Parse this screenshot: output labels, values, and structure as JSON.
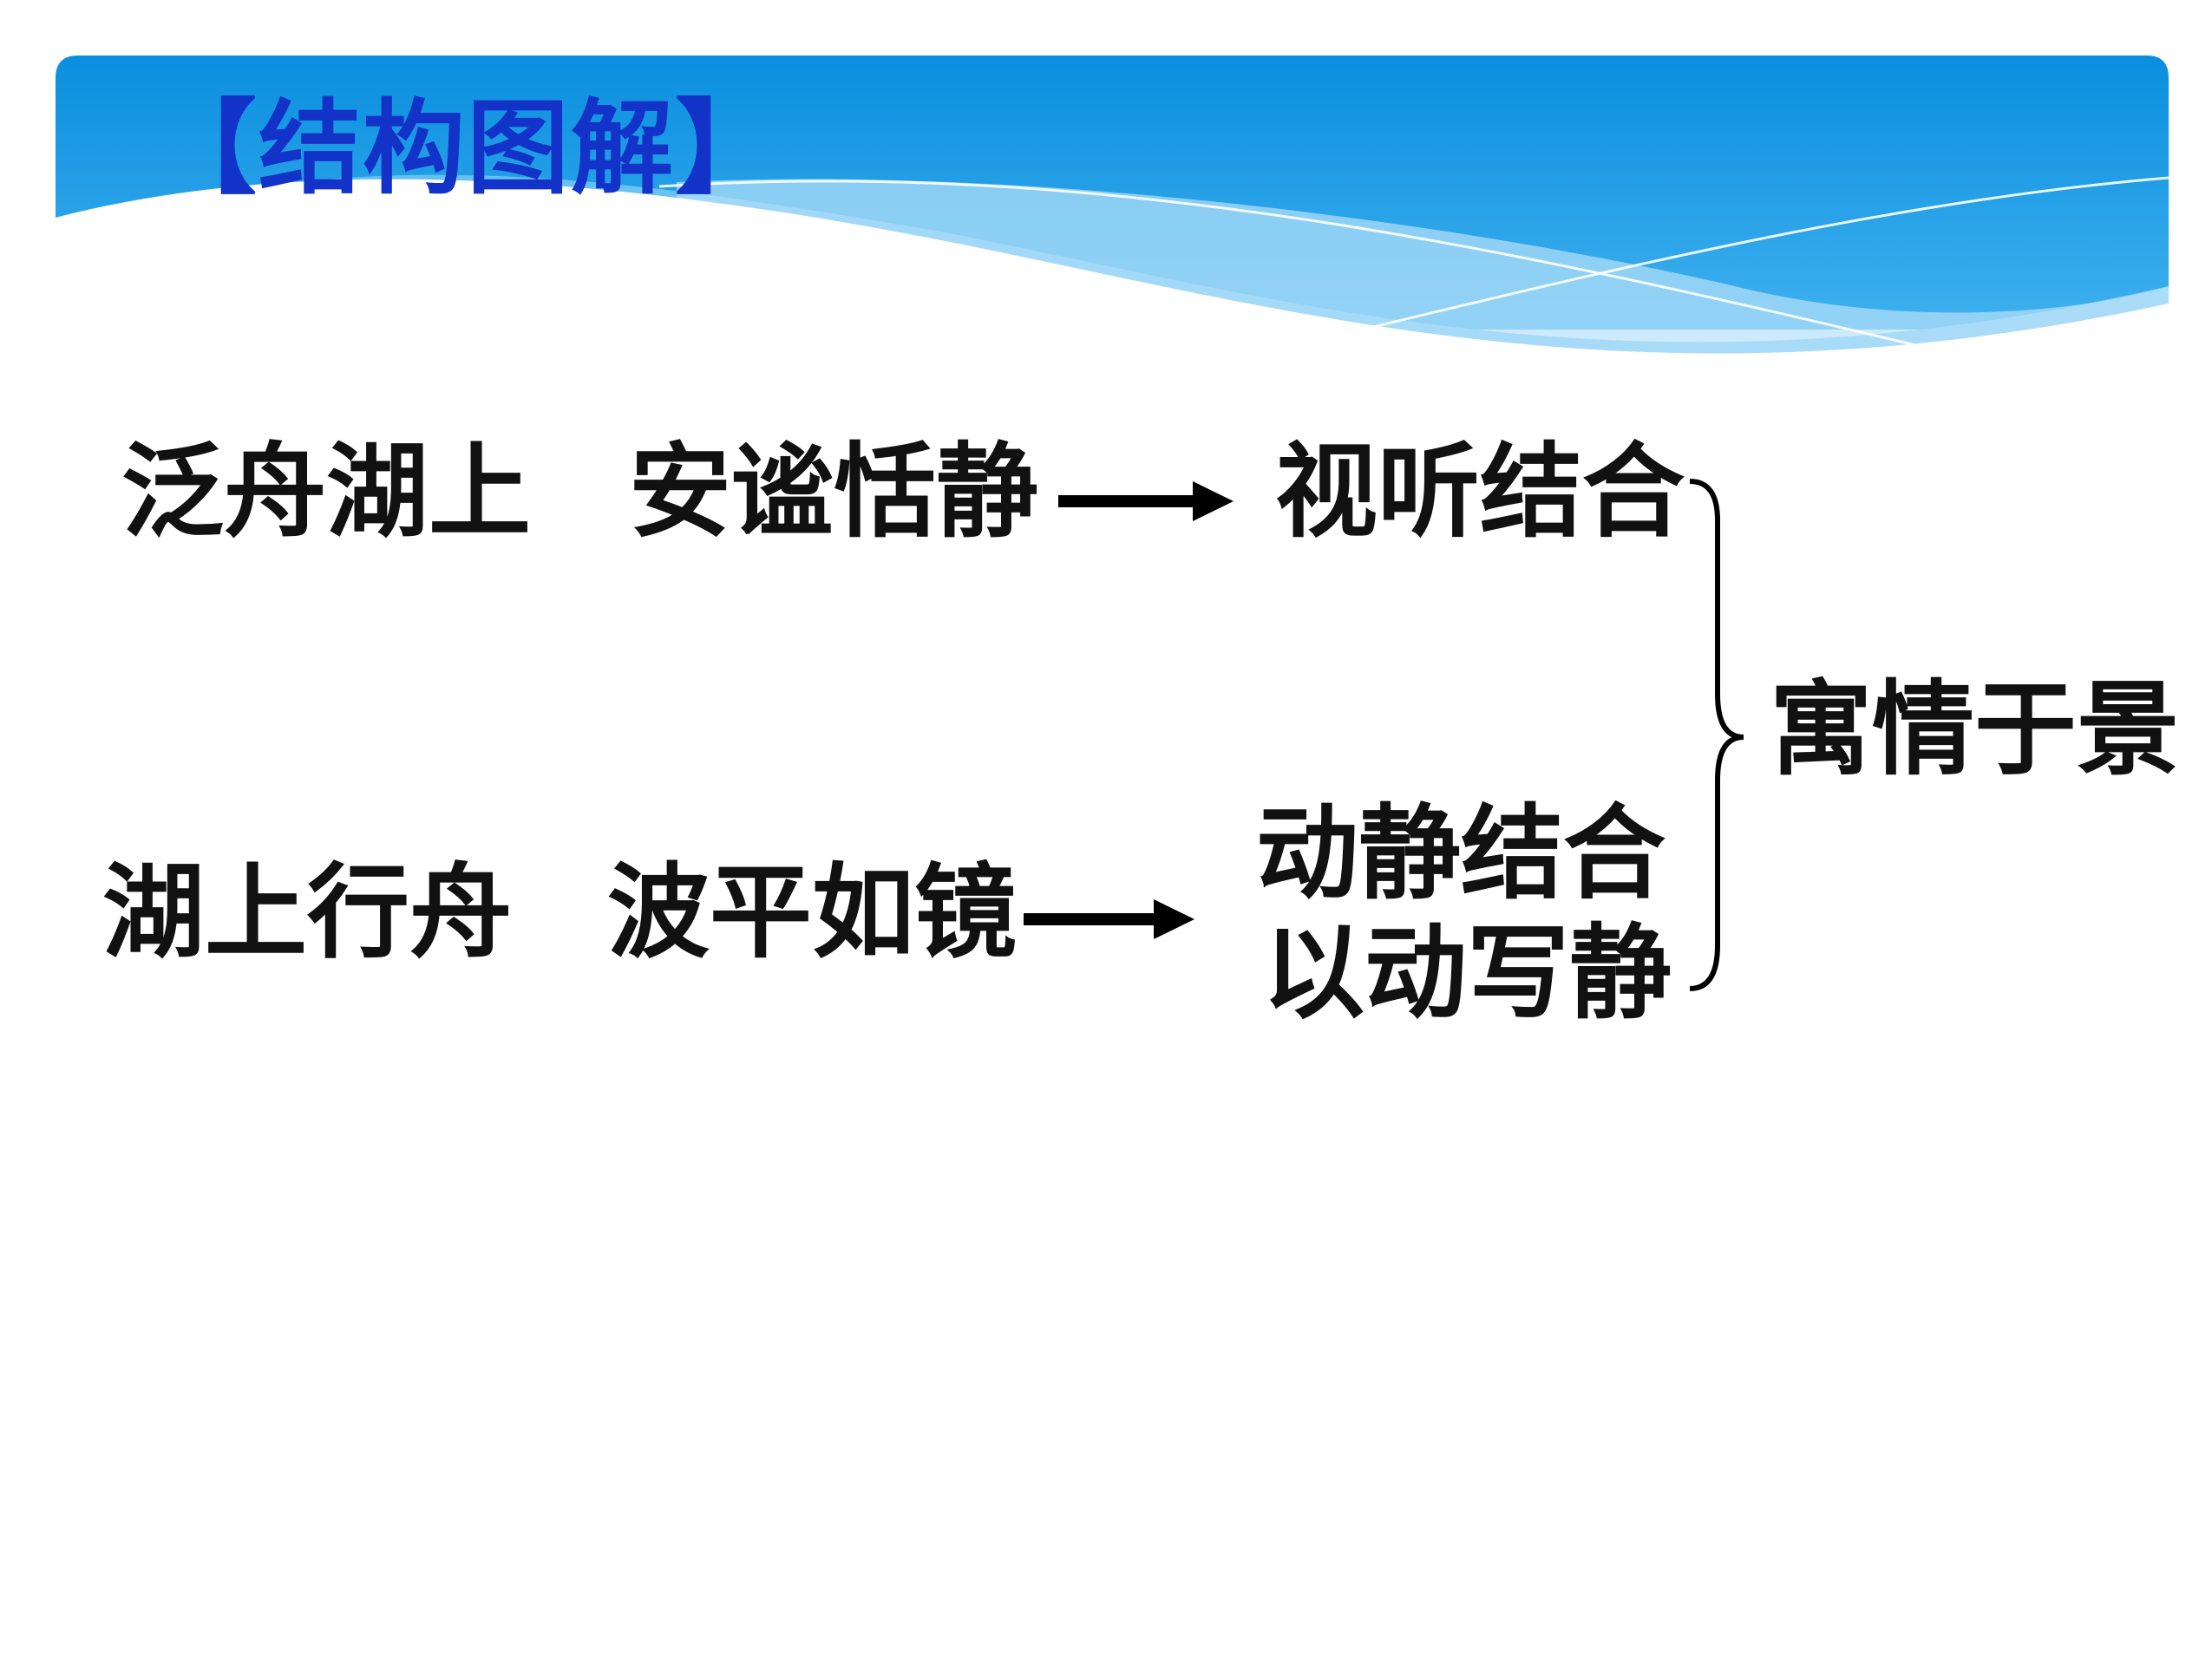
{
  "title": "【结构图解】",
  "rows": [
    {
      "scene": "泛舟湖上",
      "mood": "安谧恬静",
      "techniques": [
        "视听结合"
      ]
    },
    {
      "scene": "湖上行舟",
      "mood": "波平如镜",
      "techniques": [
        "动静结合",
        "以动写静"
      ]
    }
  ],
  "conclusion": "寓情于景",
  "colors": {
    "title": "#1232c8",
    "banner_top": "#0a8fdf",
    "banner_light": "#8fd0f6",
    "text": "#111111"
  }
}
